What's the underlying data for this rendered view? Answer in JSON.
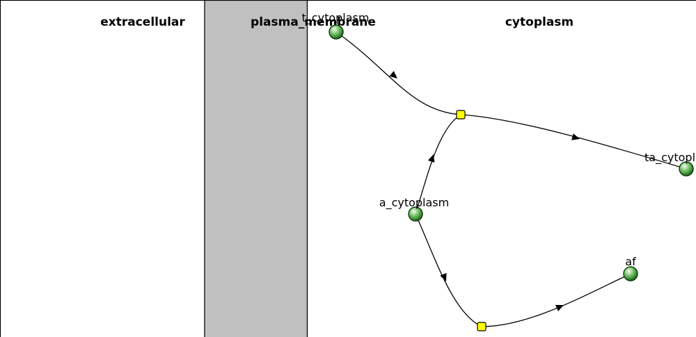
{
  "compartments": {
    "extracellular": {
      "title": "extracellular",
      "fill": "#ffffff"
    },
    "membrane": {
      "title": "plasma_membrane",
      "fill": "#c0c0c0"
    },
    "cytoplasm": {
      "title": "cytoplasm",
      "fill": "#ffffff"
    }
  },
  "species": {
    "t_cyto": {
      "label": "t_cytoplasm"
    },
    "ta_cyto": {
      "label": "ta_cytoplasm"
    },
    "a_cyto": {
      "label": "a_cytoplasm"
    },
    "af": {
      "label": "af"
    }
  },
  "colors": {
    "species_gradient_light": "#e8f8e0",
    "species_gradient_dark": "#1a7a1a",
    "reaction": "#ffff00",
    "membrane": "#c0c0c0"
  }
}
